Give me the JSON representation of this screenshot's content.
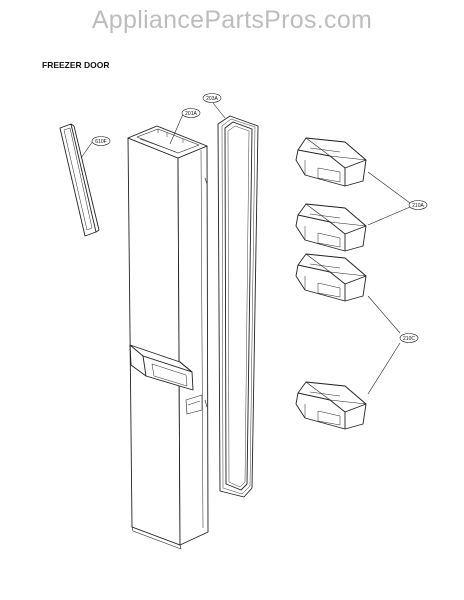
{
  "watermark": "AppliancePartsPros.com",
  "title": "FREEZER DOOR",
  "callouts": {
    "trim": "610F",
    "door": "201A",
    "gasket": "203A",
    "upper_bins": "210A",
    "lower_bins": "210C"
  }
}
